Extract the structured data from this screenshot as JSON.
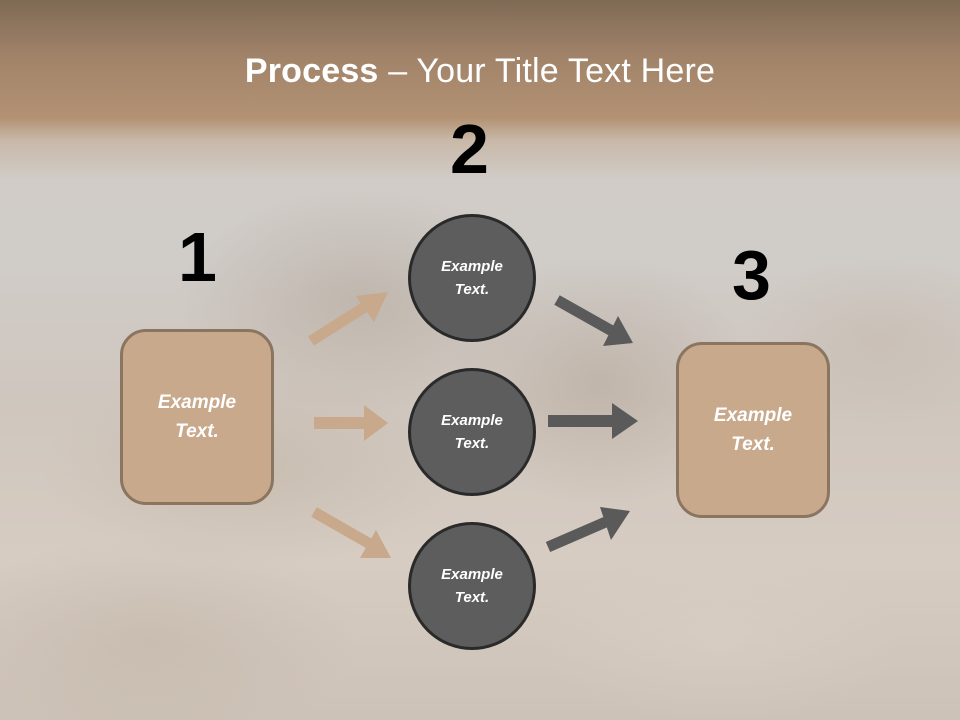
{
  "slide": {
    "title_bold": "Process",
    "title_rest": " – Your Title Text Here"
  },
  "steps": [
    {
      "number": "1",
      "label_line1": "Example",
      "label_line2": "Text."
    },
    {
      "number": "2",
      "nodes": [
        {
          "label_line1": "Example",
          "label_line2": "Text."
        },
        {
          "label_line1": "Example",
          "label_line2": "Text."
        },
        {
          "label_line1": "Example",
          "label_line2": "Text."
        }
      ]
    },
    {
      "number": "3",
      "label_line1": "Example",
      "label_line2": "Text."
    }
  ],
  "colors": {
    "box_fill": "#c8a98c",
    "box_border": "#8a7560",
    "circle_fill": "#5d5d5d",
    "circle_border": "#2a2a2a",
    "arrow_tan": "#c8a98c",
    "arrow_gray": "#5a5a5a",
    "title_band": "#9a7e64"
  }
}
